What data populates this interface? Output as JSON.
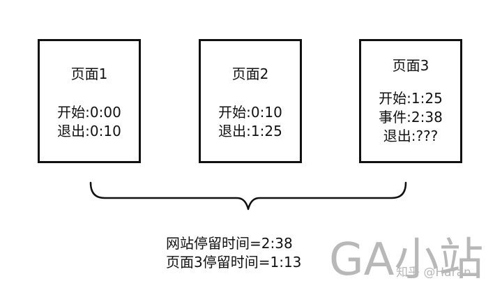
{
  "pages": [
    {
      "title": "页面1",
      "lines": [
        "开始:0:00",
        "退出:0:10"
      ]
    },
    {
      "title": "页面2",
      "lines": [
        "开始:0:10",
        "退出:1:25"
      ]
    },
    {
      "title": "页面3",
      "lines": [
        "开始:1:25",
        "事件:2:38",
        "退出:???"
      ]
    }
  ],
  "summary": {
    "site_time": "网站停留时间=2:38",
    "page3_time": "页面3停留时间=1:13"
  },
  "watermark": {
    "brand": "GA小站",
    "credit": "知乎 @Haran"
  }
}
